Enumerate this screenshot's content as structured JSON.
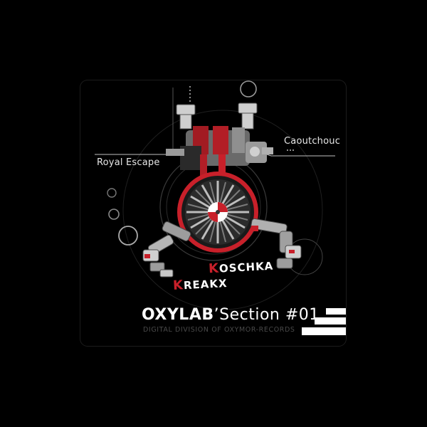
{
  "cover": {
    "tracks": {
      "left": "Royal Escape",
      "right": "Caoutchouc"
    },
    "artists": [
      {
        "initial": "K",
        "rest": "OSCHKA"
      },
      {
        "initial": "K",
        "rest": "REAKX"
      }
    ],
    "label": {
      "brand": "OXYLAB",
      "apostrophe": "’",
      "rest": "Section #01",
      "subtitle": "DIGITAL DIVISION OF OXYMOR-RECORDS"
    }
  },
  "colors": {
    "background": "#000000",
    "accent_red": "#c8202a",
    "metal": "#8c8c8c",
    "text": "#ffffff"
  },
  "icons": {
    "artwork": "robot-turbine-artwork",
    "logo": "stairs-logo-icon"
  }
}
